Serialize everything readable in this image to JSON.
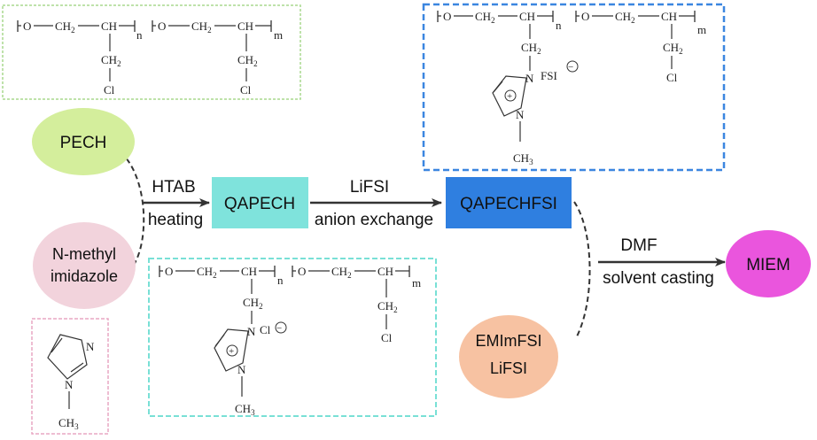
{
  "colors": {
    "pech": "#d4ee9c",
    "nmim": "#f2d3dc",
    "qapech": "#7fe3dc",
    "qapechfsi": "#2f7fe0",
    "miem": "#ea55dd",
    "emim": "#f7c2a2",
    "box_green": "#a9d98e",
    "box_blue": "#3b86e0",
    "box_cyan": "#79e0d6",
    "box_pink": "#e9a7c3"
  },
  "nodes": {
    "pech": "PECH",
    "nmim_line1": "N-methyl",
    "nmim_line2": "imidazole",
    "qapech": "QAPECH",
    "qapechfsi": "QAPECHFSI",
    "emim_line1": "EMImFSI",
    "emim_line2": "LiFSI",
    "miem": "MIEM"
  },
  "steps": {
    "step1_top": "HTAB",
    "step1_bottom": "heating",
    "step2_top": "LiFSI",
    "step2_bottom": "anion exchange",
    "step3_top": "DMF",
    "step3_bottom": "solvent casting"
  },
  "chem": {
    "o": "O",
    "ch": "CH",
    "ch2": "CH",
    "two": "2",
    "three": "3",
    "cl": "Cl",
    "n": "N",
    "sub_n": "n",
    "sub_m": "m",
    "plus": "+",
    "minus": "−",
    "cl_anion": "Cl",
    "fsi_anion": "FSI"
  }
}
